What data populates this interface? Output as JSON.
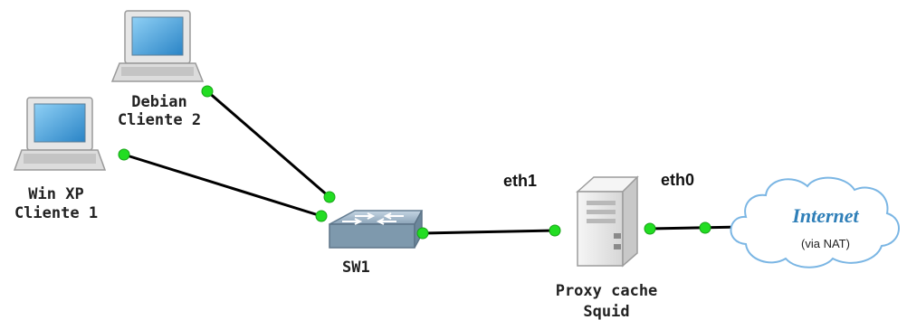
{
  "nodes": {
    "debian": {
      "line1": "Debian",
      "line2": "Cliente 2",
      "icon": "laptop-icon"
    },
    "winxp": {
      "line1": "Win XP",
      "line2": "Cliente 1",
      "icon": "laptop-icon"
    },
    "switch": {
      "label": "SW1",
      "icon": "switch-icon"
    },
    "proxy": {
      "line1": "Proxy cache",
      "line2": "Squid",
      "icon": "server-icon"
    },
    "internet": {
      "title": "Internet",
      "subtitle": "(via NAT)",
      "icon": "cloud-icon"
    }
  },
  "interfaces": {
    "eth1": "eth1",
    "eth0": "eth0"
  },
  "colors": {
    "link": "#000000",
    "status_dot": "#22dd22",
    "internet_text": "#2f7fb8"
  }
}
